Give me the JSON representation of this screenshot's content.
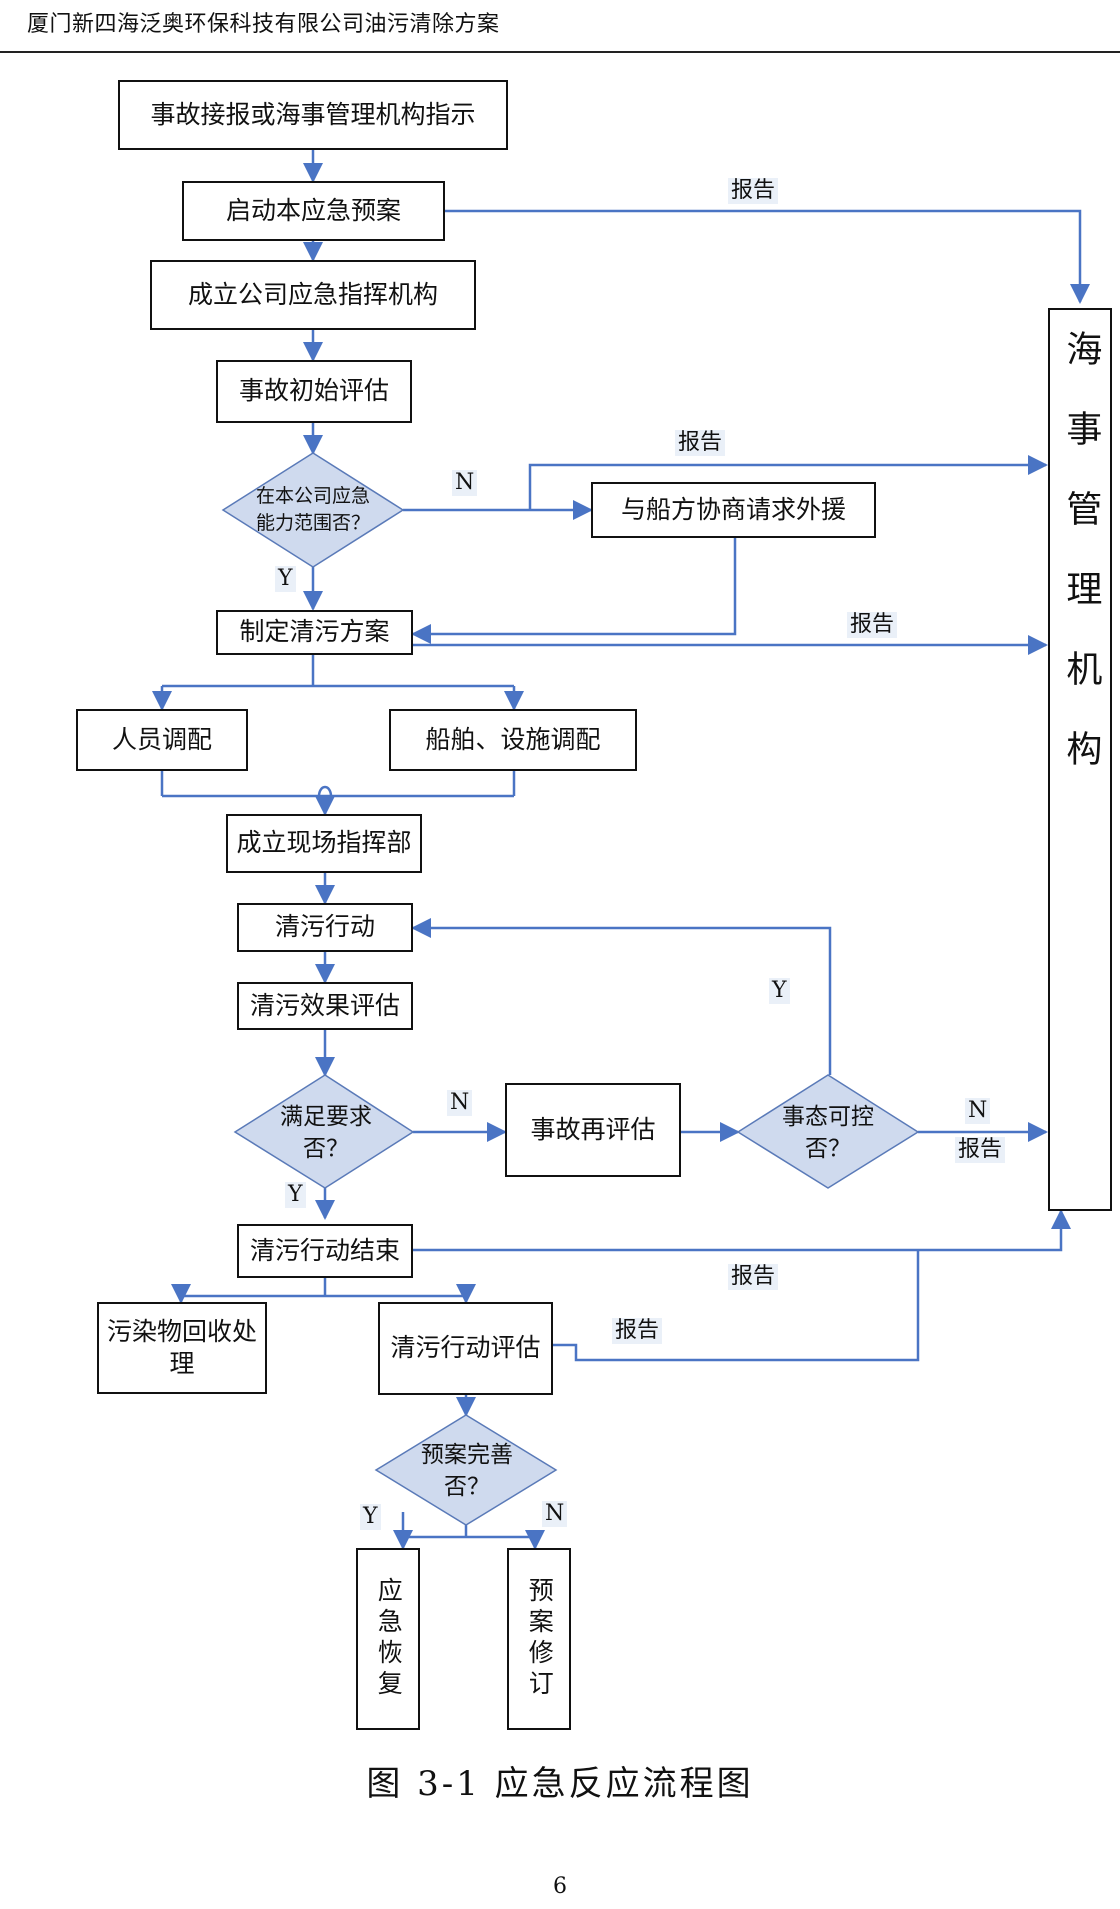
{
  "header": {
    "title": "厦门新四海泛奥环保科技有限公司油污清除方案"
  },
  "flow": {
    "accident_report": "事故接报或海事管理机构指示",
    "start_plan": "启动本应急预案",
    "establish_command": "成立公司应急指挥机构",
    "initial_assessment": "事故初始评估",
    "capability_check": "在本公司应急能力范围否？",
    "request_aid": "与船方协商请求外援",
    "cleanup_plan": "制定清污方案",
    "staff_dispatch": "人员调配",
    "vessel_dispatch": "船舶、设施调配",
    "site_command": "成立现场指挥部",
    "cleanup_action": "清污行动",
    "effect_assessment": "清污效果评估",
    "meets_requirements": "满足要求否？",
    "reassessment": "事故再评估",
    "controllable": "事态可控否？",
    "action_end": "清污行动结束",
    "pollutant_recovery": "污染物回收处理",
    "action_evaluation": "清污行动评估",
    "plan_improve_check": "预案完善否？",
    "emergency_recovery": "应急恢复",
    "plan_revision": "预案修订",
    "maritime_authority": "海事管理机构"
  },
  "labels": {
    "report": "报告",
    "yes": "Y",
    "no": "N"
  },
  "caption": "图 3-1  应急反应流程图",
  "page_number": "6",
  "colors": {
    "arrow": "#4a74c4",
    "border": "#111111",
    "label_bg": "#eaf0f8"
  }
}
